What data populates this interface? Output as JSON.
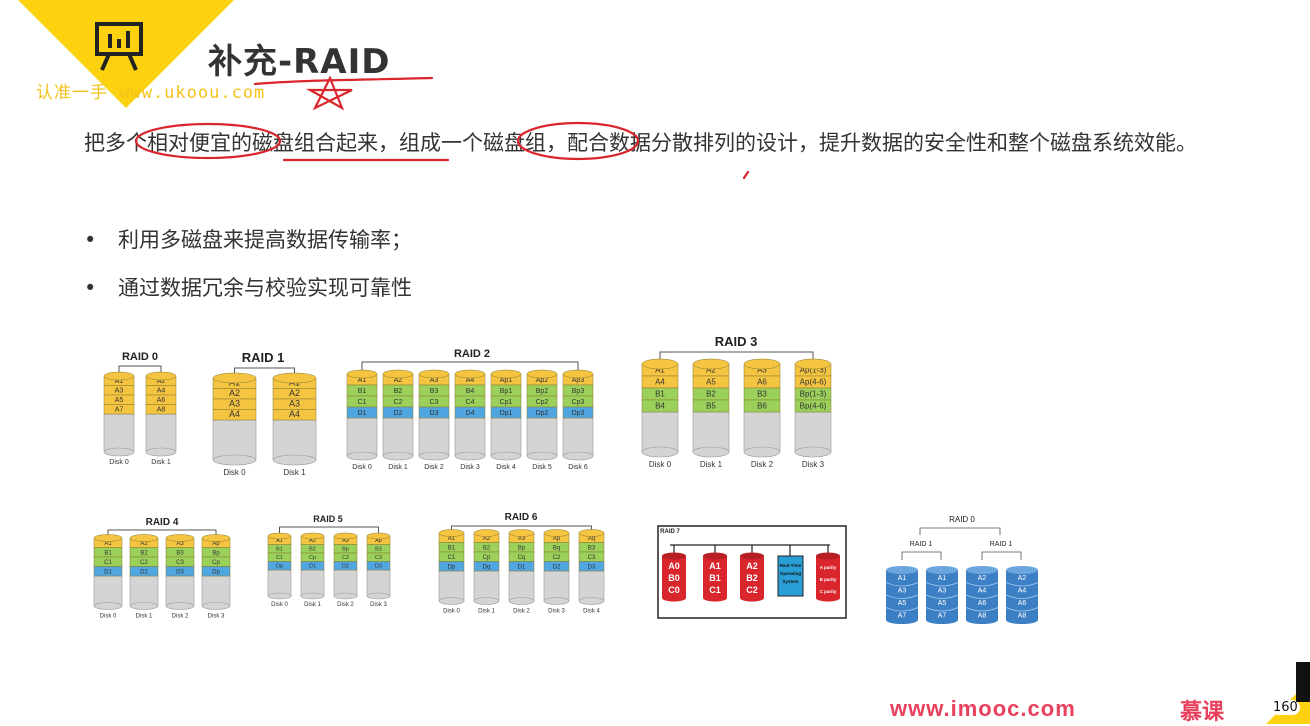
{
  "header": {
    "title": "补充-RAID",
    "watermark": "认准一手 www.ukoou.com"
  },
  "body": {
    "intro_text": "把多个相对便宜的磁盘组合起来，组成一个磁盘组，配合数据分散排列的设计，提升数据的安全性和整个磁盘系统效能。",
    "bullets": [
      "利用多磁盘来提高数据传输率；",
      "通过数据冗余与校验实现可靠性"
    ]
  },
  "diagrams": {
    "raid0": {
      "title": "RAID 0",
      "disks": [
        {
          "label": "Disk 0",
          "blocks": [
            "A1",
            "A3",
            "A5",
            "A7"
          ]
        },
        {
          "label": "Disk 1",
          "blocks": [
            "A2",
            "A4",
            "A6",
            "A8"
          ]
        }
      ]
    },
    "raid1": {
      "title": "RAID 1",
      "disks": [
        {
          "label": "Disk 0",
          "blocks": [
            "A1",
            "A2",
            "A3",
            "A4"
          ]
        },
        {
          "label": "Disk 1",
          "blocks": [
            "A1",
            "A2",
            "A3",
            "A4"
          ]
        }
      ]
    },
    "raid2": {
      "title": "RAID 2",
      "disks": [
        {
          "label": "Disk 0",
          "blocks": [
            "A1",
            "B1",
            "C1",
            "D1"
          ]
        },
        {
          "label": "Disk 1",
          "blocks": [
            "A2",
            "B2",
            "C2",
            "D2"
          ]
        },
        {
          "label": "Disk 2",
          "blocks": [
            "A3",
            "B3",
            "C3",
            "D3"
          ]
        },
        {
          "label": "Disk 3",
          "blocks": [
            "A4",
            "B4",
            "C4",
            "D4"
          ]
        },
        {
          "label": "Disk 4",
          "blocks": [
            "Ap1",
            "Bp1",
            "Cp1",
            "Dp1"
          ]
        },
        {
          "label": "Disk 5",
          "blocks": [
            "Ap2",
            "Bp2",
            "Cp2",
            "Dp2"
          ]
        },
        {
          "label": "Disk 6",
          "blocks": [
            "Ap3",
            "Bp3",
            "Cp3",
            "Dp3"
          ]
        }
      ]
    },
    "raid3": {
      "title": "RAID 3",
      "disks": [
        {
          "label": "Disk 0",
          "blocks": [
            "A1",
            "A4",
            "B1",
            "B4"
          ]
        },
        {
          "label": "Disk 1",
          "blocks": [
            "A2",
            "A5",
            "B2",
            "B5"
          ]
        },
        {
          "label": "Disk 2",
          "blocks": [
            "A3",
            "A6",
            "B3",
            "B6"
          ]
        },
        {
          "label": "Disk 3",
          "blocks": [
            "Ap(1-3)",
            "Ap(4-6)",
            "Bp(1-3)",
            "Bp(4-6)"
          ]
        }
      ]
    },
    "raid4": {
      "title": "RAID 4",
      "disks": [
        {
          "label": "Disk 0",
          "blocks": [
            "A1",
            "B1",
            "C1",
            "D1"
          ]
        },
        {
          "label": "Disk 1",
          "blocks": [
            "A2",
            "B2",
            "C2",
            "D2"
          ]
        },
        {
          "label": "Disk 2",
          "blocks": [
            "A3",
            "B3",
            "C3",
            "D3"
          ]
        },
        {
          "label": "Disk 3",
          "blocks": [
            "Ap",
            "Bp",
            "Cp",
            "Dp"
          ]
        }
      ]
    },
    "raid5": {
      "title": "RAID 5",
      "disks": [
        {
          "label": "Disk 0",
          "blocks": [
            "A1",
            "B1",
            "C1",
            "Dp"
          ]
        },
        {
          "label": "Disk 1",
          "blocks": [
            "A2",
            "B2",
            "Cp",
            "D1"
          ]
        },
        {
          "label": "Disk 2",
          "blocks": [
            "A3",
            "Bp",
            "C2",
            "D2"
          ]
        },
        {
          "label": "Disk 3",
          "blocks": [
            "Ap",
            "B3",
            "C3",
            "D3"
          ]
        }
      ]
    },
    "raid6": {
      "title": "RAID 6",
      "disks": [
        {
          "label": "Disk 0",
          "blocks": [
            "A1",
            "B1",
            "C1",
            "Dp"
          ]
        },
        {
          "label": "Disk 1",
          "blocks": [
            "A2",
            "B2",
            "Cp",
            "Dq"
          ]
        },
        {
          "label": "Disk 2",
          "blocks": [
            "A3",
            "Bp",
            "Cq",
            "D1"
          ]
        },
        {
          "label": "Disk 3",
          "blocks": [
            "Ap",
            "Bq",
            "C2",
            "D2"
          ]
        },
        {
          "label": "Disk 4",
          "blocks": [
            "Aq",
            "B3",
            "C3",
            "D3"
          ]
        }
      ]
    },
    "raid7": {
      "title": "RAID 7",
      "disks": [
        {
          "blocks": [
            "A0",
            "B0",
            "C0"
          ]
        },
        {
          "blocks": [
            "A1",
            "B1",
            "C1"
          ]
        },
        {
          "blocks": [
            "A2",
            "B2",
            "C2"
          ]
        },
        {
          "blocks": [
            "A parity",
            "B parity",
            "C parity"
          ]
        }
      ],
      "os_label": "Real-Time Operating System"
    },
    "raid10": {
      "title": "RAID 0",
      "sub_title_left": "RAID 1",
      "sub_title_right": "RAID 1",
      "disks": [
        {
          "blocks": [
            "A1",
            "A3",
            "A5",
            "A7"
          ]
        },
        {
          "blocks": [
            "A1",
            "A3",
            "A5",
            "A7"
          ]
        },
        {
          "blocks": [
            "A2",
            "A4",
            "A6",
            "A8"
          ]
        },
        {
          "blocks": [
            "A2",
            "A4",
            "A6",
            "A8"
          ]
        }
      ]
    }
  },
  "footer": {
    "brand": "www.imooc.com",
    "mooc": "慕课",
    "page_number": "160"
  },
  "colors": {
    "badge": "#fcd10f",
    "ink": "#d9262c",
    "block_yellow": "#f5c542",
    "block_green": "#9bd15a",
    "block_blue": "#4fa6e0",
    "disk_gray": "#d4d4d4",
    "raid7_red": "#d9262c",
    "raid7_os": "#2a9fd6",
    "raid10_blue": "#3d7fc4",
    "brand": "#e8415d"
  }
}
